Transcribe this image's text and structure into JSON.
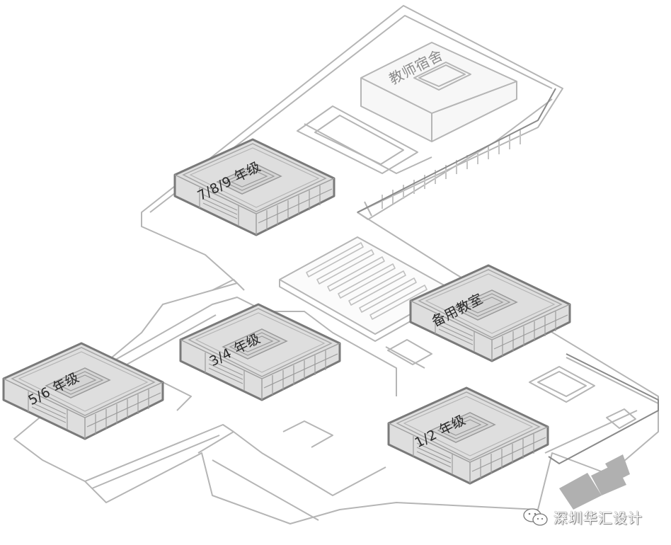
{
  "diagram": {
    "type": "isometric-architectural-axonometric",
    "background": "#ffffff",
    "colors": {
      "line": "#b5b5b5",
      "highlight_fill": "#dcdcdc",
      "highlight_outline": "#7a7a7a",
      "label_text": "#2a2a2a",
      "muted_label": "#8a8a8a",
      "shadow": "#a8a8a8"
    },
    "buildings": [
      {
        "id": "teacher-dorm",
        "label": "教师宿舍",
        "highlighted": false
      },
      {
        "id": "grade-7-8-9",
        "label": "7/8/9 年级",
        "highlighted": true
      },
      {
        "id": "spare-classroom",
        "label": "备用教室",
        "highlighted": true
      },
      {
        "id": "grade-3-4",
        "label": "3/4 年级",
        "highlighted": true
      },
      {
        "id": "grade-5-6",
        "label": "5/6 年级",
        "highlighted": true
      },
      {
        "id": "grade-1-2",
        "label": "1/2 年级",
        "highlighted": true
      }
    ],
    "central_feature": "seating-rows-plaza",
    "watermark": {
      "icon": "wechat-icon",
      "text": "深圳华汇设计"
    }
  }
}
